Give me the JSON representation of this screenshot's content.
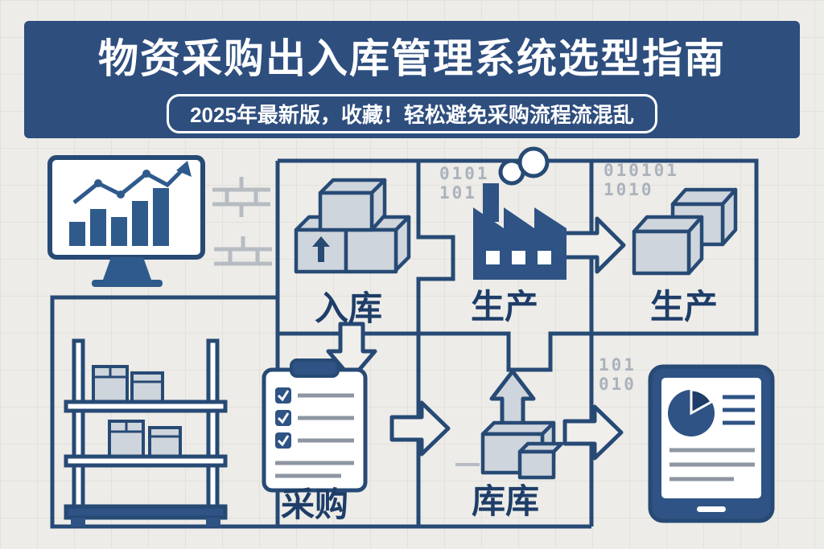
{
  "header": {
    "title": "物资采购出入库管理系统选型指南",
    "subtitle": "2025年最新版，收藏！轻松避免采购流程流混乱"
  },
  "flow": {
    "inbound_label": "入库",
    "production_label": "生产",
    "production2_label": "生产",
    "procurement_label": "采购",
    "warehouse_label": "库库"
  },
  "decorations": {
    "binary_block_1": [
      "0101",
      "101"
    ],
    "binary_block_2": [
      "010101",
      "1010"
    ],
    "binary_block_3": [
      "101",
      "010"
    ]
  },
  "icons": [
    "monitor-chart-icon",
    "brick-wall-icon",
    "packages-icon",
    "factory-icon",
    "boxes-icon",
    "shelf-rack-icon",
    "clipboard-checklist-icon",
    "box-up-arrow-icon",
    "tablet-report-icon"
  ],
  "colors": {
    "banner": "#2e4e7e",
    "line": "#274a75",
    "icon_fill": "#cfd5dc",
    "icon_navy": "#2e5384",
    "label_text": "#1e3d68",
    "binary_text": "#abb2bc",
    "background": "#edece8"
  }
}
